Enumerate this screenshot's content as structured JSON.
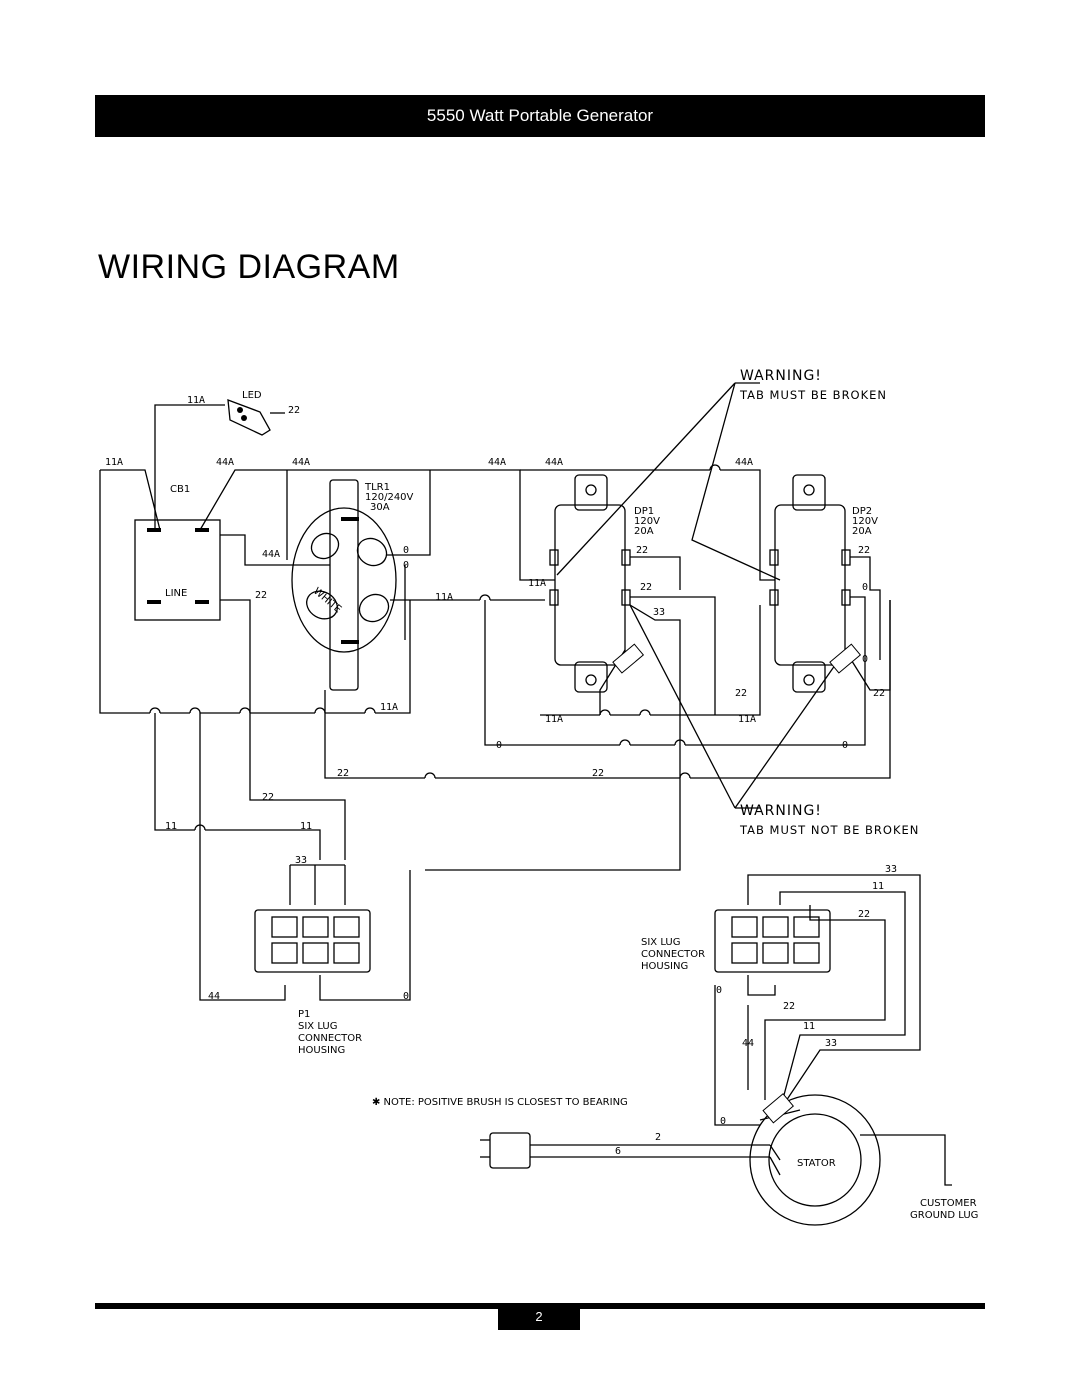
{
  "header": {
    "title": "5550 Watt Portable Generator"
  },
  "page_title": "WIRING DIAGRAM",
  "warnings": {
    "top": {
      "title": "WARNING!",
      "text": "TAB MUST BE BROKEN"
    },
    "bottom": {
      "title": "WARNING!",
      "text": "TAB MUST NOT BE BROKEN"
    }
  },
  "components": {
    "led": "LED",
    "cb1": "CB1",
    "cb1_line": "LINE",
    "tlr1": {
      "name": "TLR1",
      "rating": "120/240V",
      "amps": "30A"
    },
    "dp1": {
      "name": "DP1",
      "rating": "120V",
      "amps": "20A"
    },
    "dp2": {
      "name": "DP2",
      "rating": "120V",
      "amps": "20A"
    },
    "tlr_white": "WHITE",
    "p1": {
      "name": "P1",
      "line1": "SIX LUG",
      "line2": "CONNECTOR",
      "line3": "HOUSING"
    },
    "six_lug_right": {
      "line1": "SIX LUG",
      "line2": "CONNECTOR",
      "line3": "HOUSING"
    },
    "stator": "STATOR",
    "ground": {
      "line1": "CUSTOMER",
      "line2": "GROUND LUG"
    },
    "note": "✱ NOTE: POSITIVE BRUSH IS CLOSEST TO BEARING"
  },
  "wire_labels": {
    "w11a": "11A",
    "w44a": "44A",
    "w22": "22",
    "w0": "0",
    "w11": "11",
    "w33": "33",
    "w44": "44",
    "w2": "2",
    "w6": "6"
  },
  "footer": {
    "page_number": "2"
  }
}
